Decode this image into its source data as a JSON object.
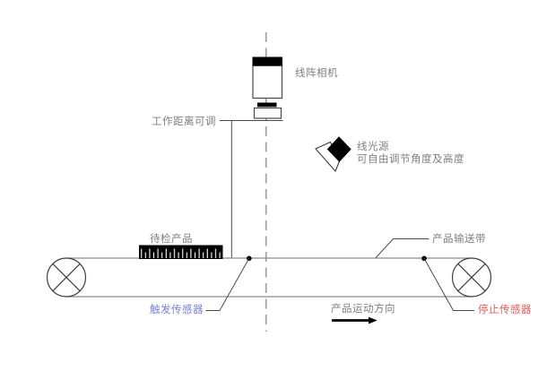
{
  "labels": {
    "camera": "线阵相机",
    "working_distance": "工作距离可调",
    "light_source": "线光源",
    "light_source_note": "可自由调节角度及高度",
    "product": "待检产品",
    "conveyor": "产品输送带",
    "trigger_sensor": "触发传感器",
    "stop_sensor": "停止传感器",
    "direction": "产品运动方向"
  },
  "colors": {
    "label_gray": "#7f7f7f",
    "trigger_blue": "#7b7fd9",
    "stop_red": "#e05c5c",
    "leader_line": "#4a4a4a",
    "belt_gray": "#8a8a8a",
    "axis_dash_gray": "#9a9a9a",
    "fill_black": "#000000"
  }
}
